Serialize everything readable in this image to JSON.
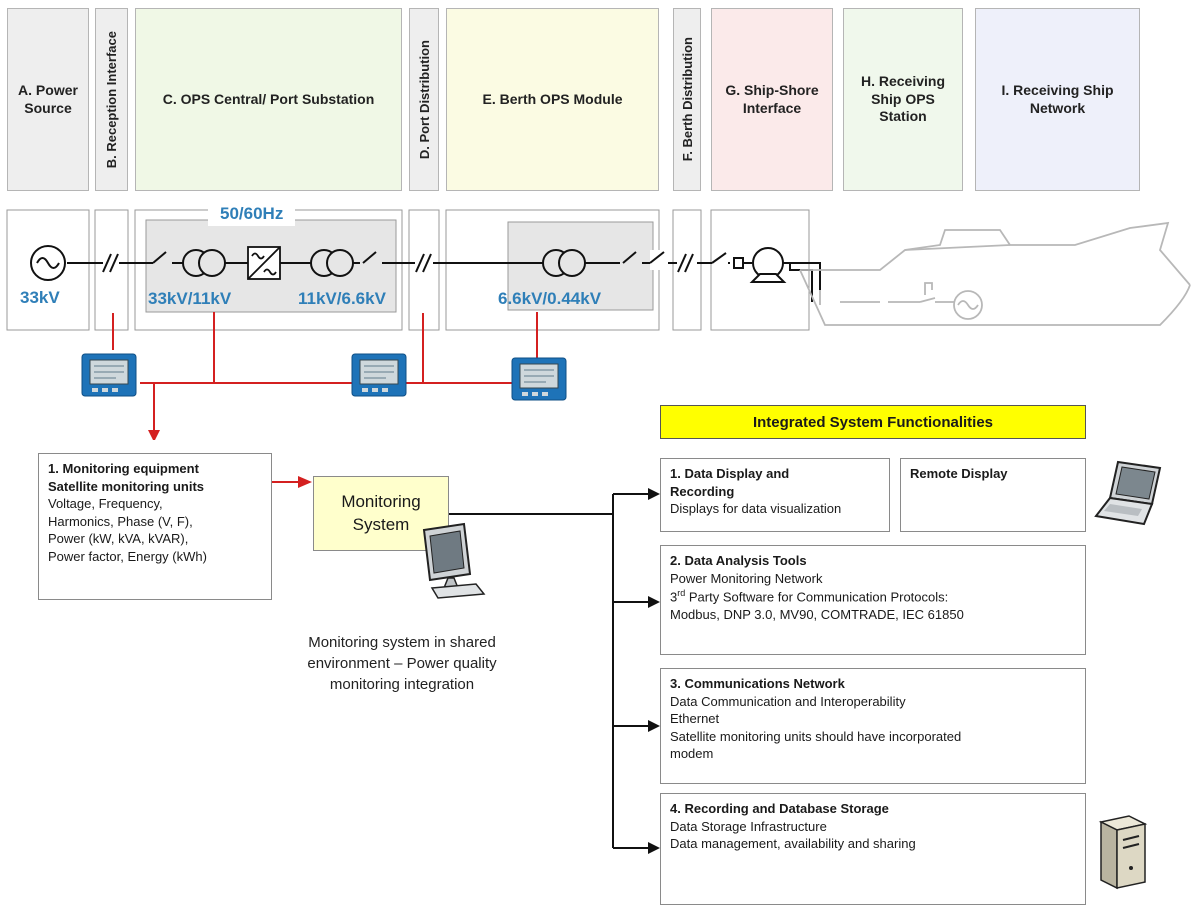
{
  "headers": {
    "a": "A. Power Source",
    "b": "B. Reception Interface",
    "c": "C. OPS Central/ Port Substation",
    "d": "D. Port Distribution",
    "e": "E. Berth OPS Module",
    "f": "F. Berth Distribution",
    "g": "G. Ship-Shore Interface",
    "h": "H. Receiving Ship OPS Station",
    "i": "I. Receiving Ship Network"
  },
  "header_colors": {
    "a": "#eeeeee",
    "b": "#eeeeee",
    "c": "#f0f8e6",
    "d": "#eeeeee",
    "e": "#fbfbe3",
    "f": "#eeeeee",
    "g": "#fbeaea",
    "h": "#f0f8ec",
    "i": "#eef0fa"
  },
  "single_line": {
    "frequency": "50/60Hz",
    "source_voltage": "33kV",
    "transformer_1": "33kV/11kV",
    "transformer_2": "11kV/6.6kV",
    "transformer_3": "6.6kV/0.44kV"
  },
  "monitoring_equipment": {
    "title_1": "1. Monitoring equipment",
    "title_2": "Satellite monitoring units",
    "lines": [
      "Voltage, Frequency,",
      "Harmonics, Phase (V, F),",
      "Power (kW, kVA, kVAR),",
      "Power factor, Energy (kWh)"
    ]
  },
  "monitoring_system": {
    "label_1": "Monitoring",
    "label_2": "System",
    "caption_1": "Monitoring system in shared",
    "caption_2": "environment – Power quality",
    "caption_3": "monitoring integration"
  },
  "functionalities": {
    "title": "Integrated System Functionalities",
    "data_display": {
      "title_1": "1. Data Display and",
      "title_2": "Recording",
      "body": "Displays for data visualization"
    },
    "remote_display": {
      "title": "Remote Display"
    },
    "data_analysis": {
      "title": "2. Data Analysis Tools",
      "line_1": "Power Monitoring Network",
      "line_2_pre": "3",
      "line_2_sup": "rd",
      "line_2_post": " Party Software for Communication Protocols:",
      "line_3": "Modbus, DNP 3.0, MV90, COMTRADE, IEC 61850"
    },
    "communications": {
      "title": "3. Communications Network",
      "line_1": "Data Communication and Interoperability",
      "line_2": "Ethernet",
      "line_3": "Satellite monitoring units should have incorporated",
      "line_4": "modem"
    },
    "recording": {
      "title": "4. Recording and Database Storage",
      "line_1": "Data Storage Infrastructure",
      "line_2": "Data management, availability and sharing"
    }
  },
  "colors": {
    "accent_blue": "#2f7fb8",
    "red_line": "#d42020",
    "title_yellow": "#ffff00",
    "monitor_box": "#ffffcc",
    "meter_blue": "#1e73b8"
  },
  "icons": [
    "ac-source-icon",
    "transformer-icon",
    "converter-icon",
    "breaker-icon",
    "meter-icon",
    "monitor-icon",
    "laptop-icon",
    "server-icon",
    "generator-icon",
    "ship-outline"
  ]
}
